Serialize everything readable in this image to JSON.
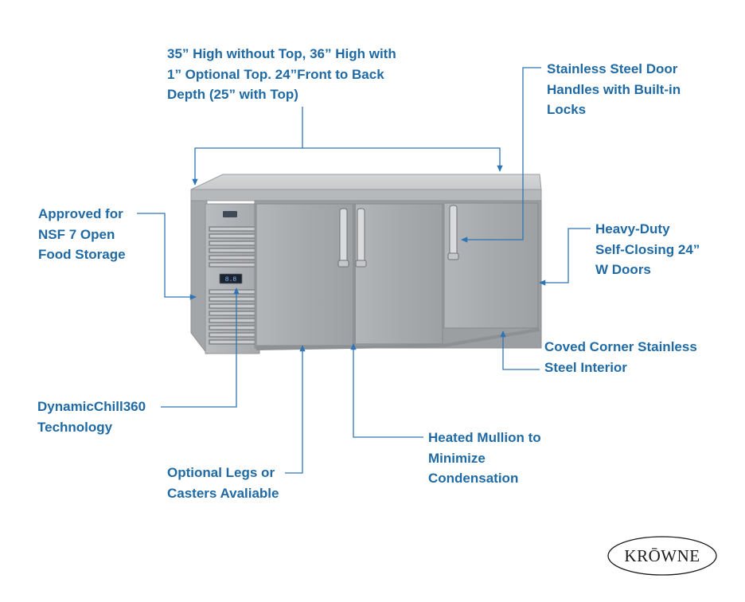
{
  "theme": {
    "callout_color": "#1f6aa5",
    "leader_color": "#2e75b6",
    "steel_light": "#c4c6c8",
    "steel_mid": "#a9acaf",
    "steel_dark": "#8d9093"
  },
  "callouts": {
    "dimensions": {
      "lines": [
        "35” High without Top, 36” High with",
        "1” Optional Top. 24”Front to Back",
        "Depth (25” with Top)"
      ]
    },
    "handles": {
      "lines": [
        "Stainless Steel Door",
        "Handles with Built-in",
        "Locks"
      ]
    },
    "nsf": {
      "lines": [
        "Approved for",
        "NSF 7 Open",
        "Food Storage"
      ]
    },
    "doors": {
      "lines": [
        "Heavy-Duty",
        "Self-Closing 24”",
        "W Doors"
      ]
    },
    "interior": {
      "lines": [
        "Coved Corner Stainless",
        "Steel Interior"
      ]
    },
    "dynamicchill": {
      "lines": [
        "DynamicChill360",
        "Technology"
      ]
    },
    "mullion": {
      "lines": [
        "Heated Mullion to",
        "Minimize",
        "Condensation"
      ]
    },
    "legs": {
      "lines": [
        "Optional Legs or",
        "Casters Avaliable"
      ]
    }
  },
  "display_readout": "8.8",
  "logo": {
    "text": "KRŌWNE"
  }
}
